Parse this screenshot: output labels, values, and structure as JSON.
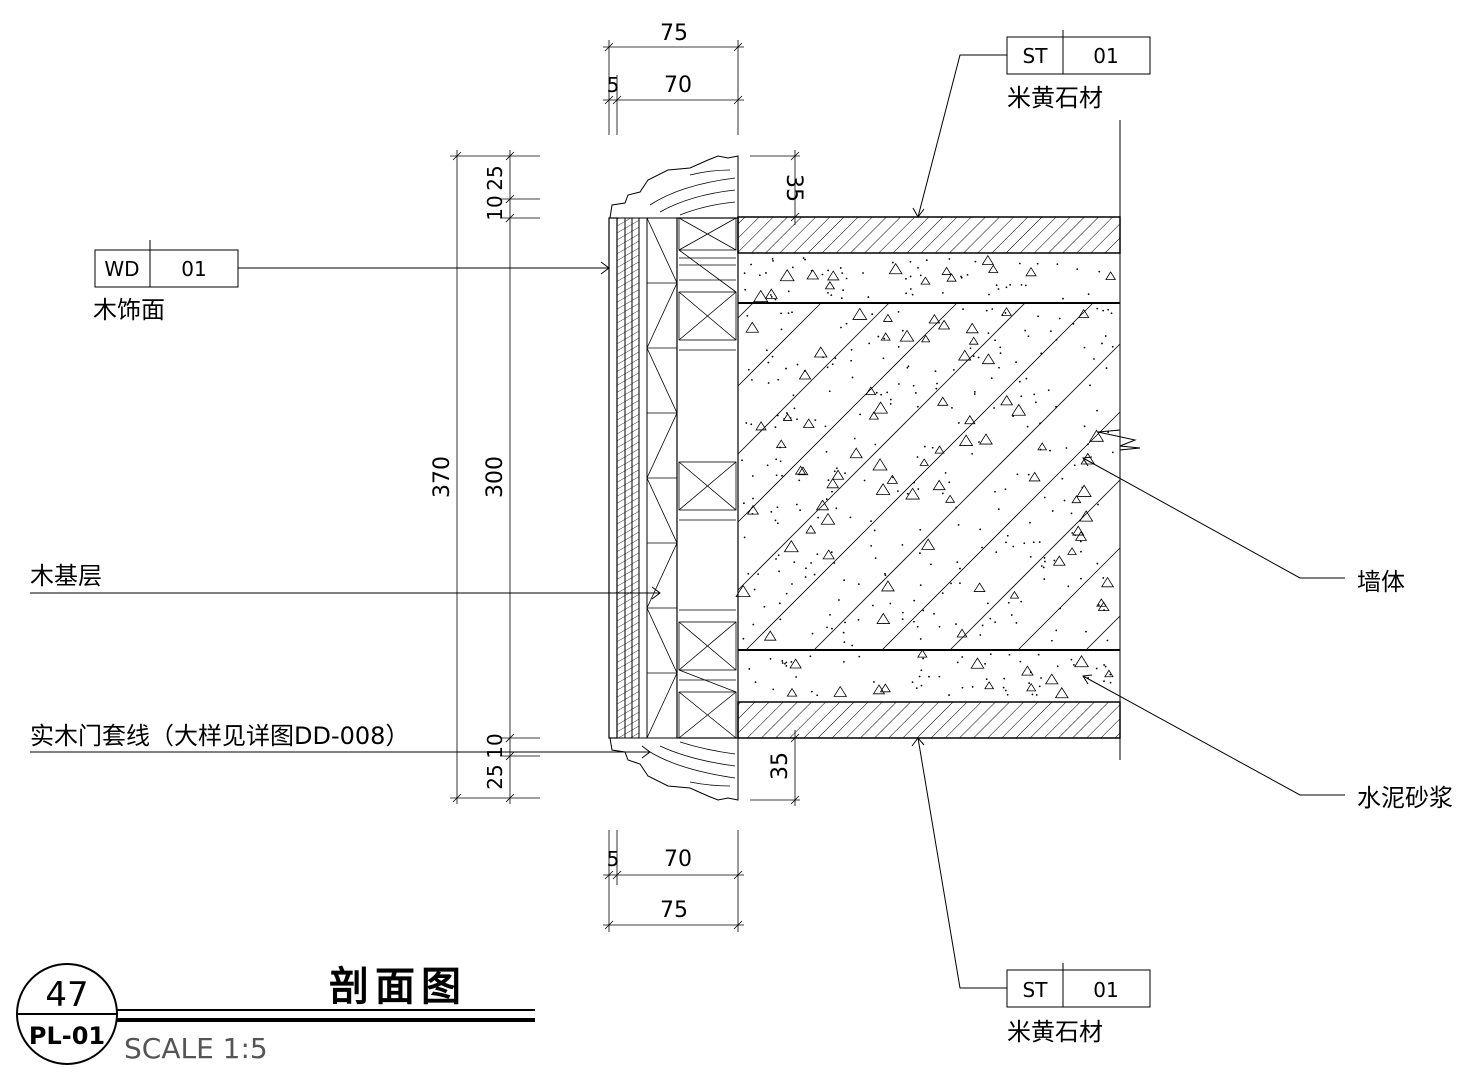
{
  "colors": {
    "line": "#000000",
    "background": "#ffffff"
  },
  "title": {
    "number": "47",
    "sheet": "PL-01",
    "name": "剖面图",
    "scale": "SCALE 1:5"
  },
  "tags": {
    "wd_top": {
      "code": "WD",
      "num": "01",
      "label": "木饰面"
    },
    "st_top": {
      "code": "ST",
      "num": "01",
      "label": "米黄石材"
    },
    "st_bottom": {
      "code": "ST",
      "num": "01",
      "label": "米黄石材"
    }
  },
  "labels": {
    "wood_base": "木基层",
    "door_trim": "实木门套线（大样见详图DD-008）",
    "wall": "墙体",
    "mortar": "水泥砂浆"
  },
  "dimensions": {
    "top_total": "75",
    "top_small": "5",
    "top_main": "70",
    "bottom_small": "5",
    "bottom_main": "70",
    "bottom_total": "75",
    "height_total": "370",
    "height_main": "300",
    "top_a": "10",
    "top_b": "25",
    "bottom_a": "25",
    "bottom_b": "10",
    "right_top": "35",
    "right_bottom": "35"
  }
}
